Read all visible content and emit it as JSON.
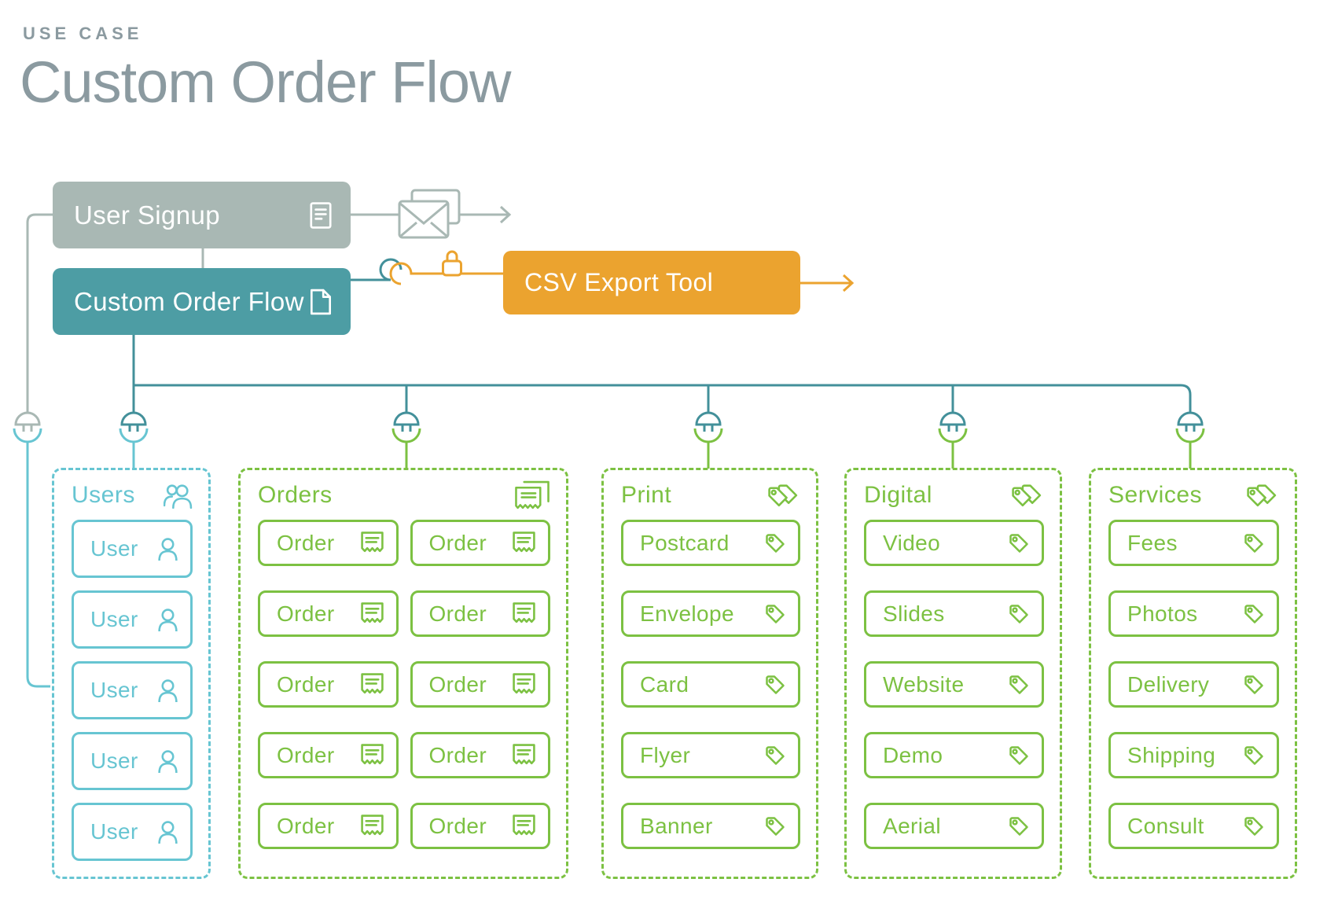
{
  "page": {
    "eyebrow": "USE CASE",
    "title": "Custom Order Flow"
  },
  "nodes": {
    "user_signup": {
      "label": "User Signup",
      "icon": "form-icon"
    },
    "custom_order_flow": {
      "label": "Custom Order Flow",
      "icon": "page-icon"
    },
    "csv_export_tool": {
      "label": "CSV Export Tool"
    }
  },
  "connector_icons": [
    "envelope-icon",
    "hook-icon",
    "lock-icon",
    "plug-icon",
    "arrow-icon"
  ],
  "colors": {
    "heading": "#8b9aa0",
    "gray_node": "#a9b8b4",
    "teal_node": "#4d9da4",
    "teal_line": "#43909a",
    "cyan": "#67c5d2",
    "green": "#7cc142",
    "orange": "#eba32f"
  },
  "columns": [
    {
      "id": "users",
      "label": "Users",
      "color": "#67c5d2",
      "header_icon": "users-icon",
      "item_icon": "user-icon",
      "layout": "single",
      "items": [
        {
          "label": "User"
        },
        {
          "label": "User"
        },
        {
          "label": "User"
        },
        {
          "label": "User"
        },
        {
          "label": "User"
        }
      ]
    },
    {
      "id": "orders",
      "label": "Orders",
      "color": "#7cc142",
      "header_icon": "receipts-icon",
      "item_icon": "receipt-icon",
      "layout": "double",
      "items": [
        {
          "label": "Order"
        },
        {
          "label": "Order"
        },
        {
          "label": "Order"
        },
        {
          "label": "Order"
        },
        {
          "label": "Order"
        },
        {
          "label": "Order"
        },
        {
          "label": "Order"
        },
        {
          "label": "Order"
        },
        {
          "label": "Order"
        },
        {
          "label": "Order"
        }
      ]
    },
    {
      "id": "print",
      "label": "Print",
      "color": "#7cc142",
      "header_icon": "tags-icon",
      "item_icon": "tag-icon",
      "layout": "single",
      "items": [
        {
          "label": "Postcard"
        },
        {
          "label": "Envelope"
        },
        {
          "label": "Card"
        },
        {
          "label": "Flyer"
        },
        {
          "label": "Banner"
        }
      ]
    },
    {
      "id": "digital",
      "label": "Digital",
      "color": "#7cc142",
      "header_icon": "tags-icon",
      "item_icon": "tag-icon",
      "layout": "single",
      "items": [
        {
          "label": "Video"
        },
        {
          "label": "Slides"
        },
        {
          "label": "Website"
        },
        {
          "label": "Demo"
        },
        {
          "label": "Aerial"
        }
      ]
    },
    {
      "id": "services",
      "label": "Services",
      "color": "#7cc142",
      "header_icon": "tags-icon",
      "item_icon": "tag-icon",
      "layout": "single",
      "items": [
        {
          "label": "Fees"
        },
        {
          "label": "Photos"
        },
        {
          "label": "Delivery"
        },
        {
          "label": "Shipping"
        },
        {
          "label": "Consult"
        }
      ]
    }
  ]
}
